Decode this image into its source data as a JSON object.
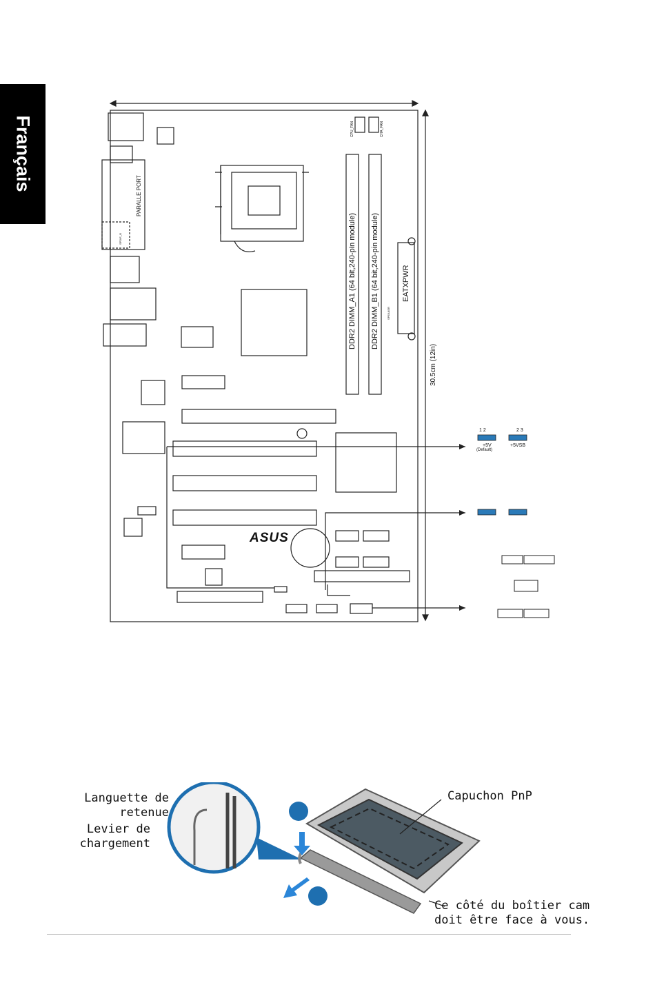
{
  "page": {
    "language_tab": "Français"
  },
  "board": {
    "parallel_port": "PARALLE PORT",
    "spdif": "SPDIF_O",
    "cpu_fan": "CPU_FAN",
    "cha_fan": "CHA_FAN",
    "dimm_a1": "DDR2 DIMM_A1 (64 bit,240-pin module)",
    "dimm_b1": "DDR2 DIMM_B1 (64 bit,240-pin module)",
    "eatxpwr": "EATXPWR",
    "speaker": "SPEAKER",
    "height": "30.5cm (12in)",
    "logo": "ASUS"
  },
  "jumpers": {
    "j1_pins_left": "1 2",
    "j1_pins_right": "2 3",
    "j1_left_label": "+5V",
    "j1_left_sub": "(Default)",
    "j1_right_label": "+5VSB"
  },
  "socket_diagram": {
    "retention_tab": "Languette de\nretenue",
    "load_lever": "Levier de\nchargement",
    "pnp_cap": "Capuchon PnP",
    "cam_note": "Ce côté du boîtier cam\ndoit être face à vous."
  }
}
